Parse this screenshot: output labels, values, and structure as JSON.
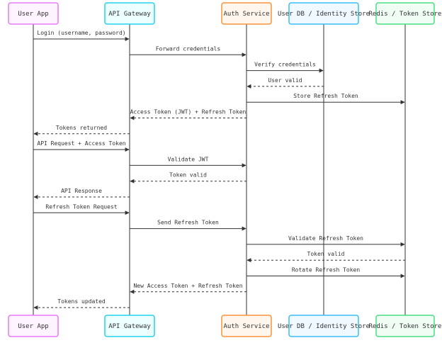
{
  "participants": [
    {
      "label": "User App",
      "border": "#e879f9",
      "fill": "#fdf4ff"
    },
    {
      "label": "API Gateway",
      "border": "#22d3ee",
      "fill": "#ecfeff"
    },
    {
      "label": "Auth Service",
      "border": "#fb923c",
      "fill": "#fff7ed"
    },
    {
      "label": "User DB / Identity Store",
      "border": "#38bdf8",
      "fill": "#f0f9ff"
    },
    {
      "label": "Redis / Token Store",
      "border": "#4ade80",
      "fill": "#f0fdf4"
    }
  ],
  "messages": [
    {
      "from": 0,
      "to": 1,
      "label": "Login (username, password)",
      "style": "solid"
    },
    {
      "from": 1,
      "to": 2,
      "label": "Forward credentials",
      "style": "solid"
    },
    {
      "from": 2,
      "to": 3,
      "label": "Verify credentials",
      "style": "solid"
    },
    {
      "from": 3,
      "to": 2,
      "label": "User valid",
      "style": "dashed"
    },
    {
      "from": 2,
      "to": 4,
      "label": "Store Refresh Token",
      "style": "solid"
    },
    {
      "from": 2,
      "to": 1,
      "label": "Access Token (JWT) + Refresh Token",
      "style": "dashed"
    },
    {
      "from": 1,
      "to": 0,
      "label": "Tokens returned",
      "style": "dashed"
    },
    {
      "from": 0,
      "to": 1,
      "label": "API Request + Access Token",
      "style": "solid"
    },
    {
      "from": 1,
      "to": 2,
      "label": "Validate JWT",
      "style": "solid"
    },
    {
      "from": 2,
      "to": 1,
      "label": "Token valid",
      "style": "dashed"
    },
    {
      "from": 1,
      "to": 0,
      "label": "API Response",
      "style": "dashed"
    },
    {
      "from": 0,
      "to": 1,
      "label": "Refresh Token Request",
      "style": "solid"
    },
    {
      "from": 1,
      "to": 2,
      "label": "Send Refresh Token",
      "style": "solid"
    },
    {
      "from": 2,
      "to": 4,
      "label": "Validate Refresh Token",
      "style": "solid"
    },
    {
      "from": 4,
      "to": 2,
      "label": "Token valid",
      "style": "dashed"
    },
    {
      "from": 2,
      "to": 4,
      "label": "Rotate Refresh Token",
      "style": "solid"
    },
    {
      "from": 2,
      "to": 1,
      "label": "New Access Token + Refresh Token",
      "style": "dashed"
    },
    {
      "from": 1,
      "to": 0,
      "label": "Tokens updated",
      "style": "dashed"
    }
  ]
}
